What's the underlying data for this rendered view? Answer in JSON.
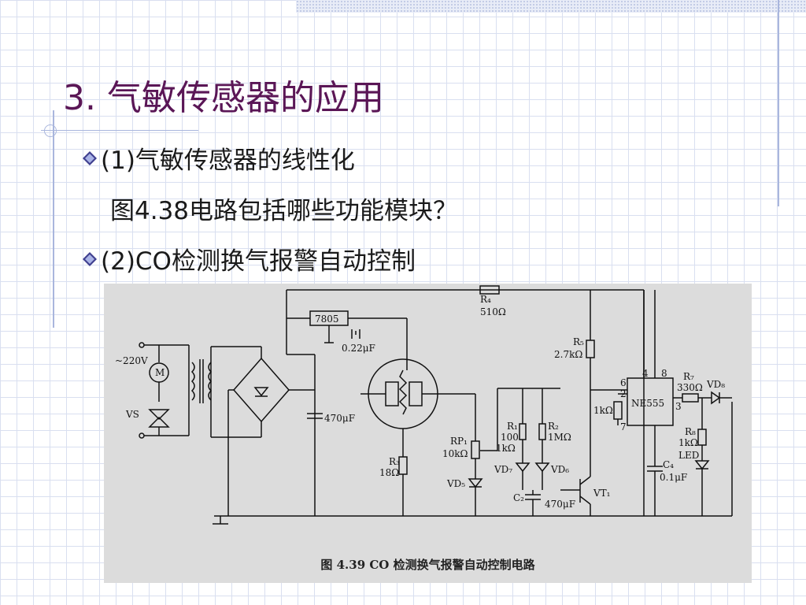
{
  "slide": {
    "title": "3.  气敏传感器的应用",
    "bullets": [
      "(1)气敏传感器的线性化",
      "图4.38电路包括哪些功能模块？",
      "(2)CO检测换气报警自动控制"
    ]
  },
  "figure": {
    "caption": "图 4.39   CO 检测换气报警自动控制电路",
    "labels": {
      "r4": "R₄",
      "r4v": "510Ω",
      "reg": "7805",
      "c1": "0.22μF",
      "ac": "~220V",
      "motor": "M",
      "vs": "VS",
      "c2v": "470μF",
      "r5": "R₅",
      "r5v": "2.7kΩ",
      "rp": "RP₁",
      "rpv": "10kΩ",
      "r3": "R₃",
      "r3v": "18Ω",
      "vd5": "VD₅",
      "r1": "R₁",
      "r1v": "100",
      "r1k": "1kΩ",
      "r2": "R₂",
      "r2v": "1MΩ",
      "vd7": "VD₇",
      "vd6": "VD₆",
      "c2": "C₂",
      "c2b": "470μF",
      "vt1": "VT₁",
      "ic": "NE555",
      "pin4": "4",
      "pin8": "8",
      "pin6": "6",
      "pin2": "2",
      "pin7": "7",
      "pin3": "3",
      "r6v": "1kΩ",
      "r7": "R₇",
      "r7v": "330Ω",
      "vd8": "VD₈",
      "r8": "R₈",
      "r8v": "1kΩ",
      "led": "LED",
      "c4": "C₄",
      "c4v": "0.1μF"
    }
  },
  "colors": {
    "title": "#5a1656",
    "grid": "#d9dff0",
    "accent": "#a9b6dd"
  }
}
